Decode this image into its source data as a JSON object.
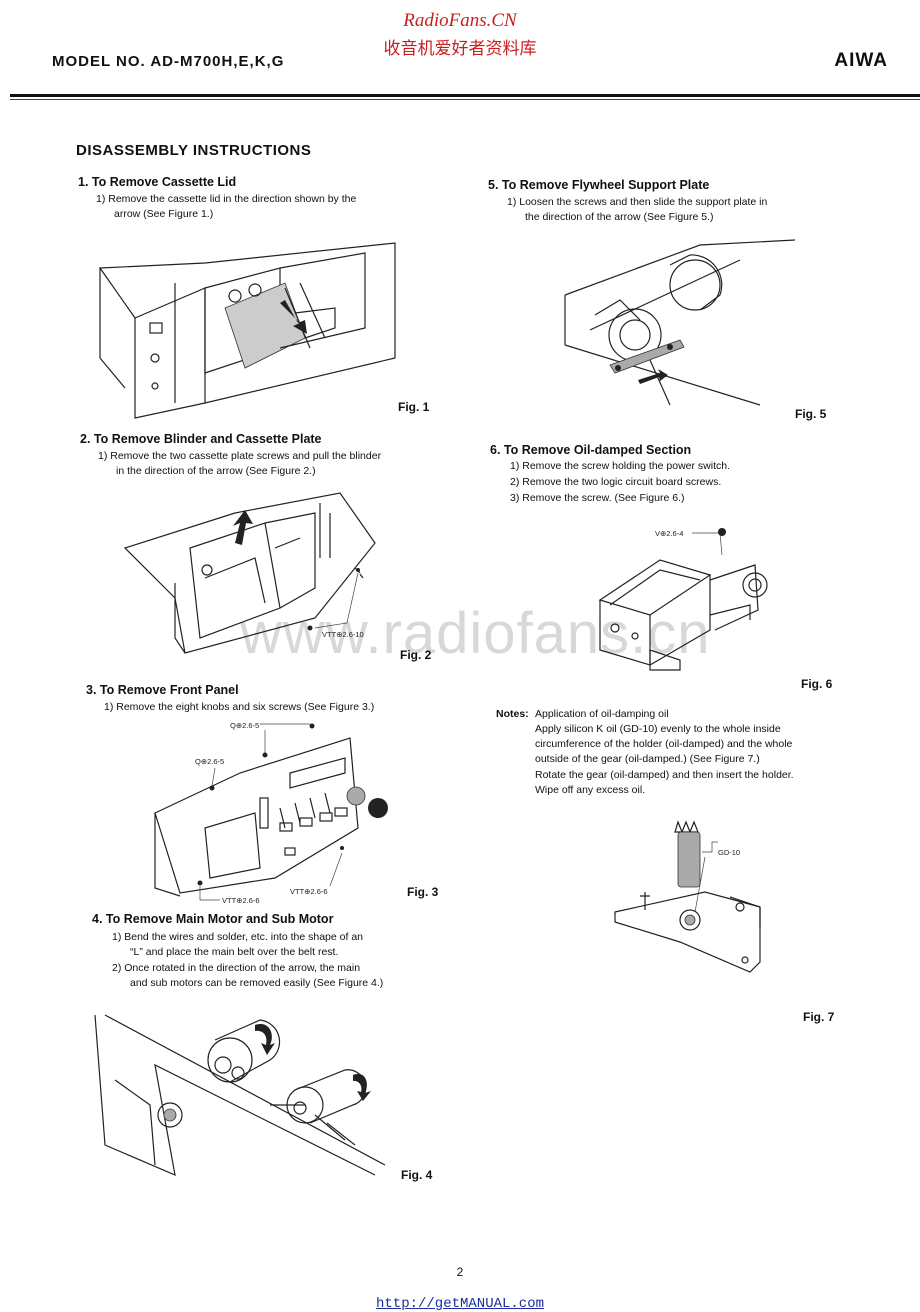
{
  "header": {
    "site_name": "RadioFans.CN",
    "site_subtitle": "收音机爱好者资料库",
    "model": "MODEL NO. AD-M700H,E,K,G",
    "brand": "AIWA"
  },
  "title": "DISASSEMBLY INSTRUCTIONS",
  "sections": [
    {
      "heading": "1. To Remove Cassette Lid",
      "steps": [
        "1) Remove the cassette lid in the direction shown by the",
        "arrow (See Figure 1.)"
      ],
      "figure": "Fig. 1"
    },
    {
      "heading": "2. To Remove Blinder and Cassette Plate",
      "steps": [
        "1) Remove the two cassette plate screws and pull the blinder",
        "in the direction of the arrow (See Figure 2.)"
      ],
      "figure": "Fig. 2",
      "labels": [
        "VTT⊕2.6-10"
      ]
    },
    {
      "heading": "3. To Remove Front Panel",
      "steps": [
        "1) Remove the eight knobs and six screws (See Figure 3.)"
      ],
      "figure": "Fig. 3",
      "labels": [
        "Q⊕2.6-5",
        "Q⊕2.6-5",
        "VTT⊕2.6-6",
        "VTT⊕2.6-6"
      ]
    },
    {
      "heading": "4. To Remove Main Motor and Sub Motor",
      "steps": [
        "1) Bend the wires and solder, etc. into the shape of an",
        "“L” and place the main belt over the belt rest.",
        "2) Once rotated in the direction of the arrow, the main",
        "and sub motors can be removed easily (See Figure 4.)"
      ],
      "figure": "Fig. 4"
    },
    {
      "heading": "5. To Remove Flywheel Support Plate",
      "steps": [
        "1) Loosen the screws and then slide the support plate in",
        "the direction of the arrow (See Figure 5.)"
      ],
      "figure": "Fig. 5"
    },
    {
      "heading": "6. To Remove Oil-damped Section",
      "steps": [
        "1) Remove the screw holding the power switch.",
        "2) Remove the two logic circuit board screws.",
        "3) Remove the screw. (See Figure 6.)"
      ],
      "figure": "Fig. 6",
      "labels": [
        "V⊕2.6-4"
      ]
    }
  ],
  "notes": {
    "label": "Notes:",
    "lines": [
      "Application of oil-damping oil",
      "Apply silicon K oil (GD-10) evenly to the whole inside",
      "circumference of the holder (oil-damped) and the whole",
      "outside of the gear (oil-damped.) (See Figure 7.)",
      "Rotate the gear (oil-damped) and then insert the holder.",
      "Wipe off any excess oil."
    ],
    "figure": "Fig. 7",
    "label_gd": "GD-10"
  },
  "watermark": "www.radiofans.cn",
  "page_number": "2",
  "footer_url": "http://getMANUAL.com"
}
